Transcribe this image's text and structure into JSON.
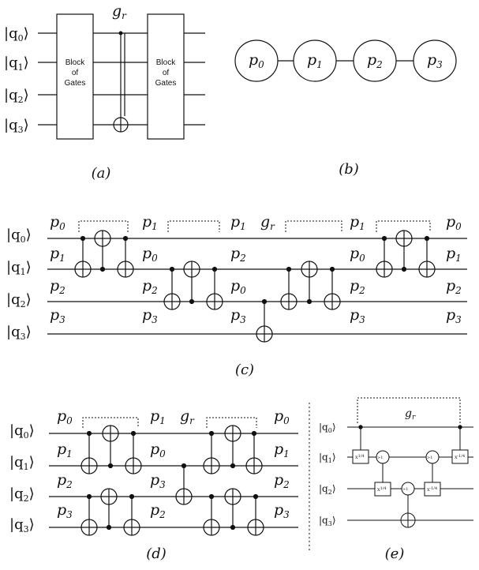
{
  "panel_a": {
    "qubits": [
      "|q0⟩",
      "|q1⟩",
      "|q2⟩",
      "|q3⟩"
    ],
    "gate_label": "g_r",
    "block_left": "Block of Gates",
    "block_right": "Block of Gates",
    "caption": "(a)"
  },
  "panel_b": {
    "nodes": [
      "p0",
      "p1",
      "p2",
      "p3"
    ],
    "caption": "(b)"
  },
  "panel_c": {
    "qubits": [
      "|q0⟩",
      "|q1⟩",
      "|q2⟩",
      "|q3⟩"
    ],
    "col0": [
      "p0",
      "p1",
      "p2",
      "p3"
    ],
    "col1": [
      "p1",
      "p0",
      "p2",
      "p3"
    ],
    "col2": [
      "p1",
      "p2",
      "p0",
      "p3"
    ],
    "col3": [
      "p1",
      "p0",
      "p2",
      "p3"
    ],
    "col4": [
      "p0",
      "p1",
      "p2",
      "p3"
    ],
    "gate_label": "g_r",
    "caption": "(c)"
  },
  "panel_d": {
    "qubits": [
      "|q0⟩",
      "|q1⟩",
      "|q2⟩",
      "|q3⟩"
    ],
    "col0": [
      "p0",
      "p1",
      "p2",
      "p3"
    ],
    "col1": [
      "p1",
      "p0",
      "p3",
      "p2"
    ],
    "col2": [
      "p0",
      "p1",
      "p2",
      "p3"
    ],
    "gate_label": "g_r",
    "caption": "(d)"
  },
  "panel_e": {
    "qubits": [
      "|q0⟩",
      "|q1⟩",
      "|q2⟩",
      "|q3⟩"
    ],
    "gate_label": "g_r",
    "caption": "(e)"
  }
}
